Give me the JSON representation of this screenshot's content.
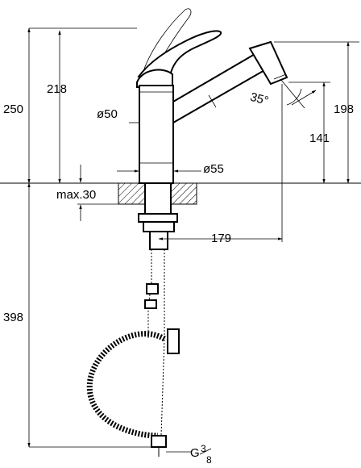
{
  "drawing": {
    "dimensions": {
      "overall_height": "250",
      "spout_height": "218",
      "body_diameter": "ø50",
      "base_diameter": "ø55",
      "max_thickness": "max.30",
      "swivel_angle": "35°",
      "head_height": "198",
      "outlet_height": "141",
      "reach": "179",
      "hose_length": "398",
      "connection_prefix": "G",
      "connection_num": "3",
      "connection_den": "8"
    }
  }
}
